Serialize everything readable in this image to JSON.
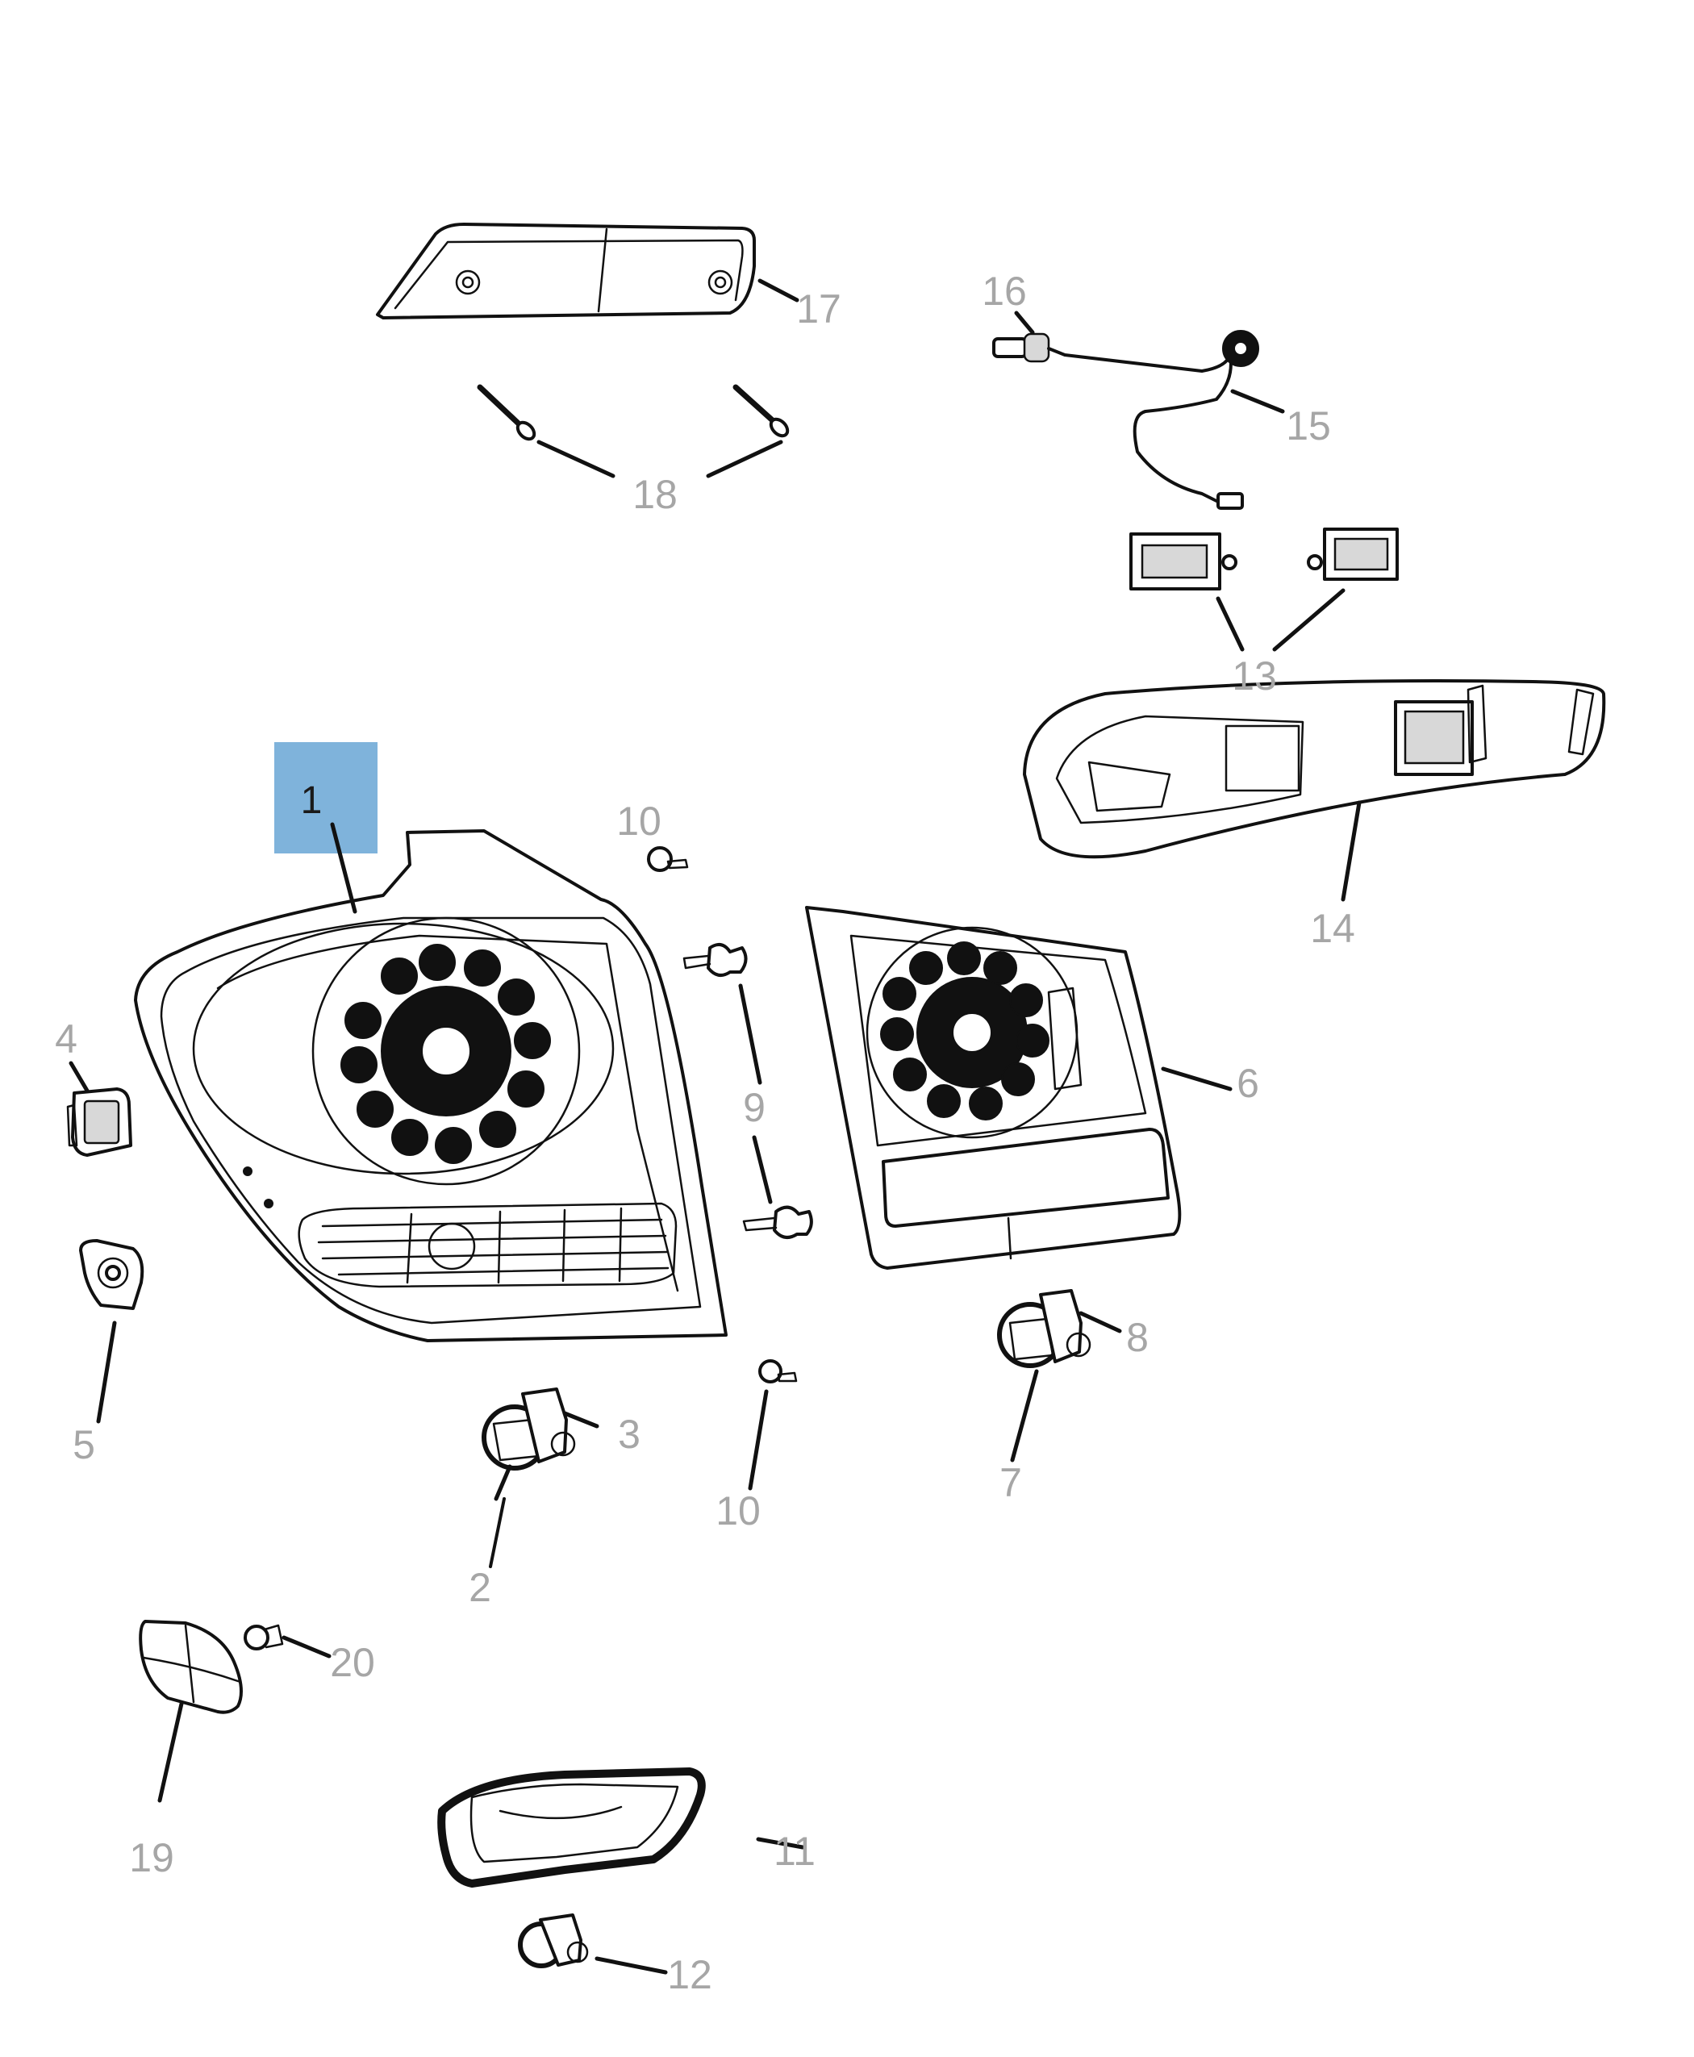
{
  "diagram": {
    "highlight_color": "#7fb3db",
    "callout_color": "#a6a6a6",
    "callouts": [
      {
        "id": "c1",
        "label": "1"
      },
      {
        "id": "c2",
        "label": "2"
      },
      {
        "id": "c3",
        "label": "3"
      },
      {
        "id": "c4",
        "label": "4"
      },
      {
        "id": "c5",
        "label": "5"
      },
      {
        "id": "c6",
        "label": "6"
      },
      {
        "id": "c7",
        "label": "7"
      },
      {
        "id": "c8",
        "label": "8"
      },
      {
        "id": "c9",
        "label": "9"
      },
      {
        "id": "c10a",
        "label": "10"
      },
      {
        "id": "c10b",
        "label": "10"
      },
      {
        "id": "c11",
        "label": "11"
      },
      {
        "id": "c12",
        "label": "12"
      },
      {
        "id": "c13",
        "label": "13"
      },
      {
        "id": "c14",
        "label": "14"
      },
      {
        "id": "c15",
        "label": "15"
      },
      {
        "id": "c16",
        "label": "16"
      },
      {
        "id": "c17",
        "label": "17"
      },
      {
        "id": "c18",
        "label": "18"
      },
      {
        "id": "c19",
        "label": "19"
      },
      {
        "id": "c20",
        "label": "20"
      }
    ]
  }
}
